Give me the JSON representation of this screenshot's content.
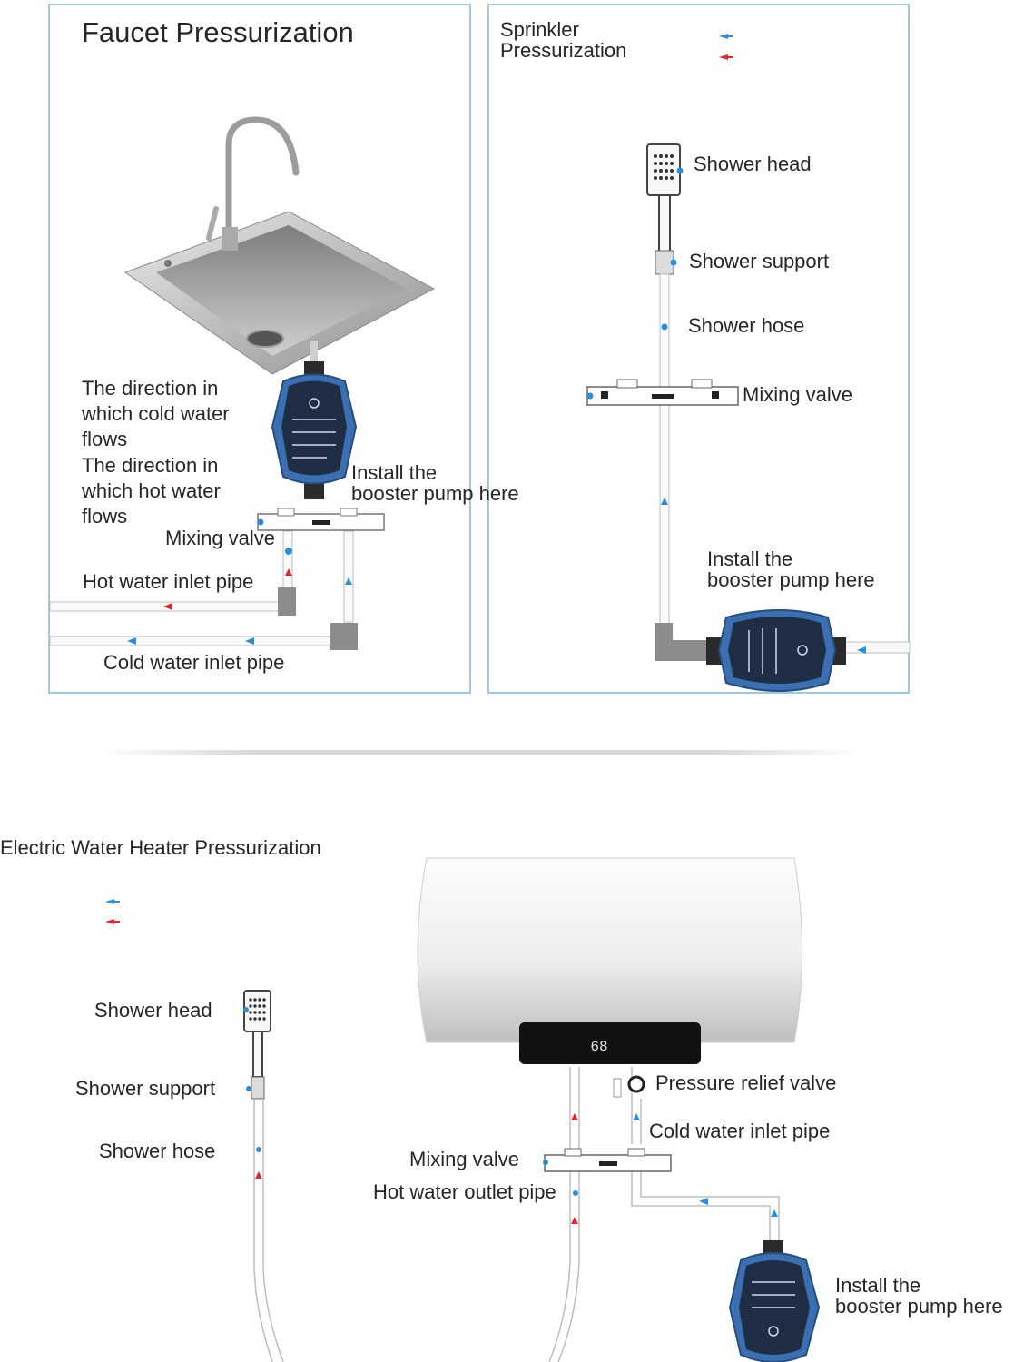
{
  "colors": {
    "panel_border": "#9ec9dc",
    "cold_arrow": "#2a8fd8",
    "hot_arrow": "#e0282b",
    "pump_body": "#3a6fb2",
    "pump_face": "#1f2d45",
    "pipe": "#c9c9c9",
    "elbow": "#8a8a8a"
  },
  "faucet": {
    "title": "Faucet Pressurization",
    "cold_direction": "The direction in\nwhich cold water\nflows",
    "hot_direction": "The direction in\nwhich hot water\nflows",
    "mixing_valve": "Mixing valve",
    "hot_inlet": "Hot water inlet pipe",
    "cold_inlet": "Cold water inlet pipe",
    "install_pump": "Install the\nbooster pump here"
  },
  "sprinkler": {
    "title": "Sprinkler\nPressurization",
    "shower_head": "Shower head",
    "shower_support": "Shower support",
    "shower_hose": "Shower hose",
    "mixing_valve": "Mixing valve",
    "install_pump": "Install the\nbooster pump here"
  },
  "heater": {
    "title": "Electric Water Heater Pressurization",
    "shower_head": "Shower head",
    "shower_support": "Shower support",
    "shower_hose": "Shower hose",
    "display": "68",
    "pressure_relief": "Pressure relief valve",
    "cold_inlet": "Cold water inlet pipe",
    "mixing_valve": "Mixing valve",
    "hot_outlet": "Hot water outlet pipe",
    "install_pump": "Install the\nbooster pump here"
  }
}
